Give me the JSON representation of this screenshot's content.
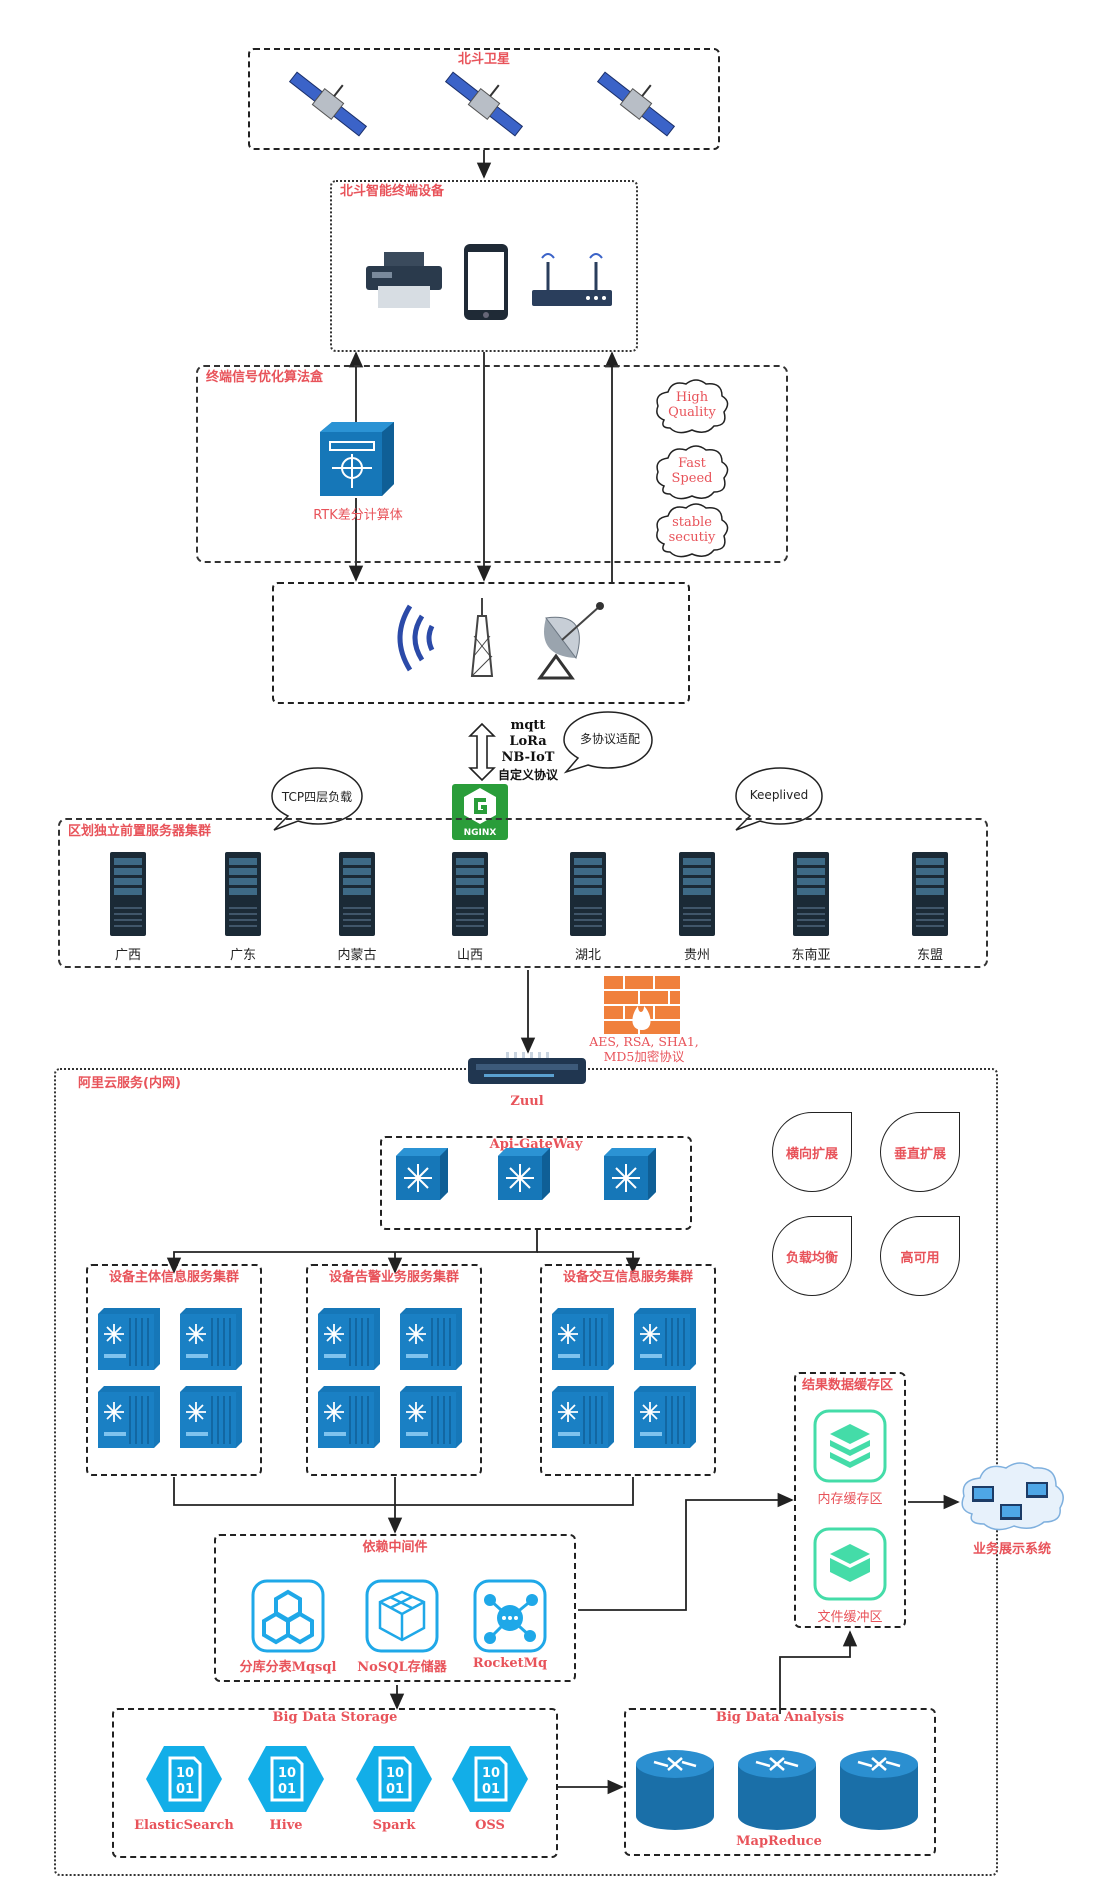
{
  "satellite": {
    "title": "北斗卫星"
  },
  "terminal": {
    "title": "北斗智能终端设备"
  },
  "algo": {
    "title": "终端信号优化算法盒",
    "rtk_label": "RTK差分计算体",
    "clouds": [
      {
        "line1": "High",
        "line2": "Quality"
      },
      {
        "line1": "Fast",
        "line2": "Speed"
      },
      {
        "line1": "stable",
        "line2": "secutiy"
      }
    ]
  },
  "protocols": {
    "lines": [
      "mqtt",
      "LoRa",
      "NB-IoT"
    ],
    "custom": "自定义协议",
    "adapter": "多协议适配"
  },
  "bubbles": {
    "tcp": "TCP四层负载",
    "keepalived": "Keeplived"
  },
  "nginx": {
    "label": "NGINX"
  },
  "regional": {
    "title": "区划独立前置服务器集群",
    "servers": [
      "广西",
      "广东",
      "内蒙古",
      "山西",
      "湖北",
      "贵州",
      "东南亚",
      "东盟"
    ]
  },
  "firewall": {
    "line1": "AES, RSA, SHA1,",
    "line2": "MD5加密协议"
  },
  "aliyun": {
    "title": "阿里云服务(内网)",
    "zuul": "Zuul",
    "gateway": "Api-GateWay"
  },
  "scaling": [
    "横向扩展",
    "垂直扩展",
    "负载均衡",
    "高可用"
  ],
  "clusters": [
    "设备主体信息服务集群",
    "设备告警业务服务集群",
    "设备交互信息服务集群"
  ],
  "middleware": {
    "title": "依赖中间件",
    "items": [
      "分库分表Mqsql",
      "NoSQL存储器",
      "RocketMq"
    ]
  },
  "cache": {
    "title": "结果数据缓存区",
    "items": [
      "内存缓存区",
      "文件缓冲区"
    ]
  },
  "display": {
    "label": "业务展示系统"
  },
  "storage": {
    "title": "Big Data Storage",
    "items": [
      "ElasticSearch",
      "Hive",
      "Spark",
      "OSS"
    ],
    "hex_text": [
      "10",
      "01"
    ]
  },
  "analysis": {
    "title": "Big Data Analysis",
    "label": "MapReduce"
  }
}
